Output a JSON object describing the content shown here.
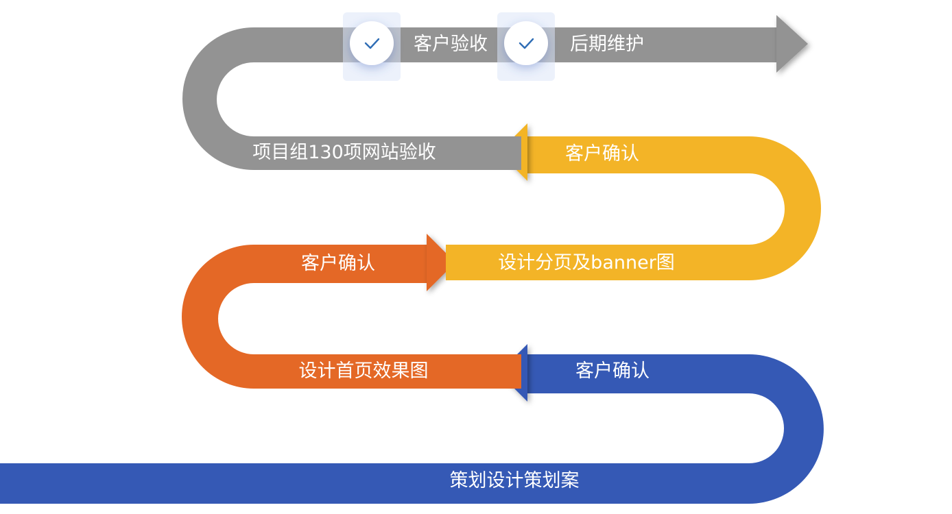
{
  "colors": {
    "gray": "#939393",
    "yellow": "#f3b427",
    "orange": "#e46826",
    "blue": "#3559b5",
    "label": "#ffffff",
    "check_circle": "#ffffff",
    "check_mark": "#2f6db5",
    "background": "#ffffff"
  },
  "steps": [
    {
      "id": "step-1",
      "label": "策划设计策划案",
      "color_key": "blue"
    },
    {
      "id": "step-2",
      "label": "客户确认",
      "color_key": "blue"
    },
    {
      "id": "step-3",
      "label": "设计首页效果图",
      "color_key": "orange"
    },
    {
      "id": "step-4",
      "label": "客户确认",
      "color_key": "orange"
    },
    {
      "id": "step-5",
      "label": "设计分页及banner图",
      "color_key": "yellow"
    },
    {
      "id": "step-6",
      "label": "客户确认",
      "color_key": "yellow"
    },
    {
      "id": "step-7",
      "label": "项目组130项网站验收",
      "color_key": "gray"
    },
    {
      "id": "step-8",
      "label": "客户验收",
      "color_key": "gray",
      "icon": "check-icon"
    },
    {
      "id": "step-9",
      "label": "后期维护",
      "color_key": "gray",
      "icon": "check-icon"
    }
  ]
}
